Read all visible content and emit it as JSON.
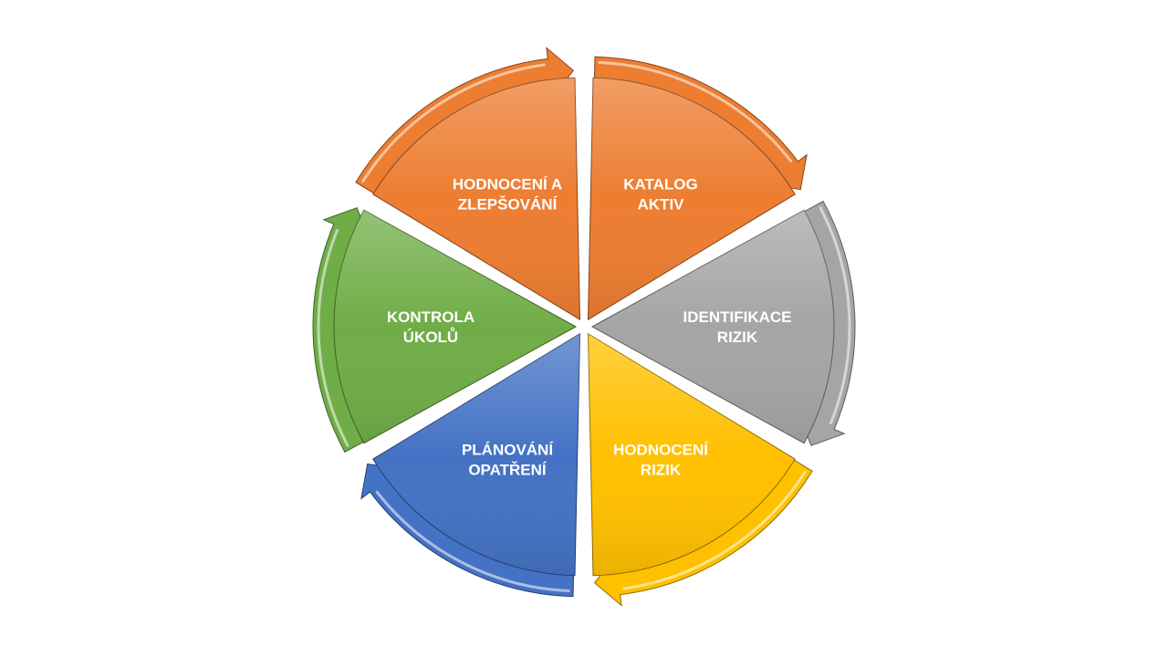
{
  "diagram": {
    "segments": [
      {
        "id": "katalog",
        "lines": [
          "KATALOG",
          "AKTIV"
        ],
        "color": "#ED7D31",
        "arrow_color": "#ED7D31"
      },
      {
        "id": "identifikace",
        "lines": [
          "IDENTIFIKACE",
          "RIZIK"
        ],
        "color": "#A5A5A5",
        "arrow_color": "#A5A5A5"
      },
      {
        "id": "hodnoceni",
        "lines": [
          "HODNOCENÍ",
          "RIZIK"
        ],
        "color": "#FFC000",
        "arrow_color": "#FFC000"
      },
      {
        "id": "planovani",
        "lines": [
          "PLÁNOVÁNÍ",
          "OPATŘENÍ"
        ],
        "color": "#4472C4",
        "arrow_color": "#4472C4"
      },
      {
        "id": "kontrola",
        "lines": [
          "KONTROLA",
          "ÚKOLŮ"
        ],
        "color": "#70AD47",
        "arrow_color": "#70AD47"
      },
      {
        "id": "zlepsovani",
        "lines": [
          "HODNOCENÍ  A",
          "ZLEPŠOVÁNÍ"
        ],
        "color": "#ED7D31",
        "arrow_color": "#ED7D31"
      }
    ]
  }
}
